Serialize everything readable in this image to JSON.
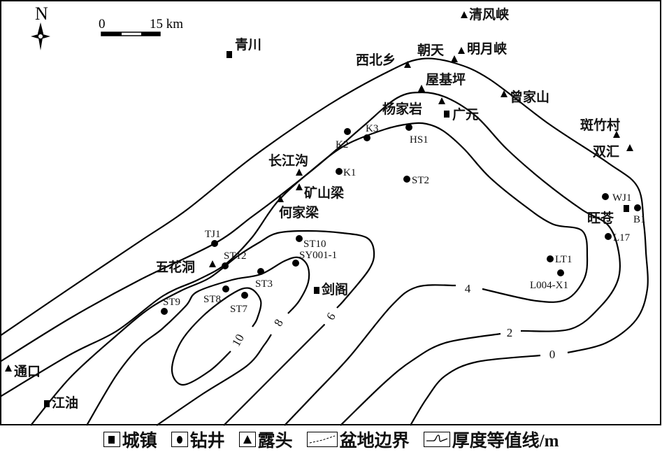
{
  "compass": {
    "north": "N"
  },
  "scale_bar": {
    "start": "0",
    "end": "15 km"
  },
  "towns": [
    "青川",
    "广元",
    "剑阁",
    "旺苍",
    "江油"
  ],
  "wells": [
    "K2",
    "K3",
    "HS1",
    "K1",
    "ST2",
    "WJ1",
    "B1",
    "L17",
    "LT1",
    "L004-X1",
    "TJ1",
    "ST12",
    "ST10",
    "SY001-1",
    "ST3",
    "ST8",
    "ST7",
    "ST9"
  ],
  "outcrops": [
    "清风峡",
    "西北乡",
    "朝天",
    "明月峡",
    "屋基坪",
    "杨家岩",
    "曾家山",
    "斑竹村",
    "双汇",
    "长江沟",
    "矿山梁",
    "何家梁",
    "五花洞",
    "通口"
  ],
  "contour_values": [
    "0",
    "2",
    "4",
    "6",
    "8",
    "10"
  ],
  "legend": {
    "town": "城镇",
    "well": "钻井",
    "outcrop": "露头",
    "basin_boundary": "盆地边界",
    "isopach": "厚度等值线/m"
  }
}
